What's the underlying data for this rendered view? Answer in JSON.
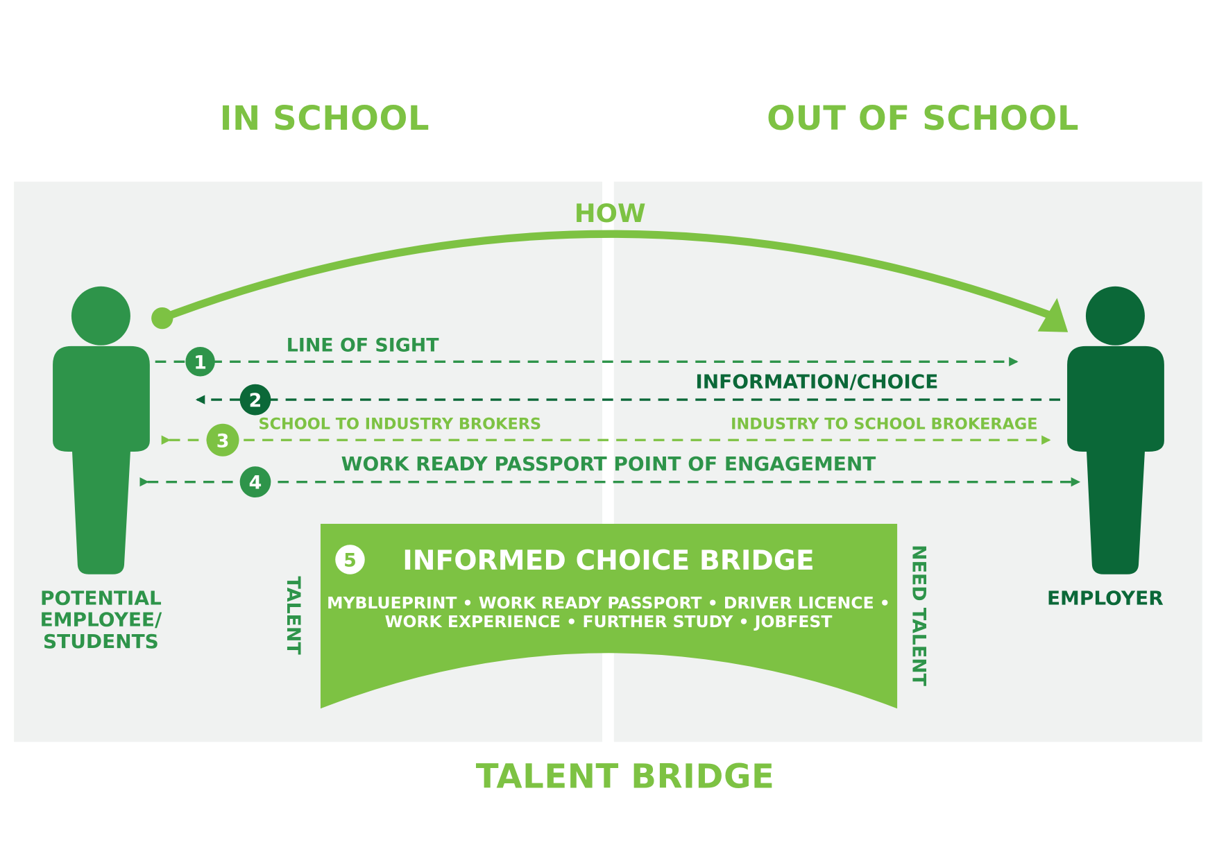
{
  "headings": {
    "in_school": "IN SCHOOL",
    "out_of_school": "OUT OF SCHOOL",
    "footer": "TALENT BRIDGE"
  },
  "how_label": "HOW",
  "people": {
    "left_label_lines": [
      "POTENTIAL",
      "EMPLOYEE/",
      "STUDENTS"
    ],
    "right_label": "EMPLOYER"
  },
  "flows": [
    {
      "number": "1",
      "label": "LINE OF SIGHT"
    },
    {
      "number": "2",
      "label": "INFORMATION/CHOICE"
    },
    {
      "number": "3",
      "label_left": "SCHOOL TO INDUSTRY BROKERS",
      "label_right": "INDUSTRY TO SCHOOL BROKERAGE"
    },
    {
      "number": "4",
      "label": "WORK READY PASSPORT POINT OF ENGAGEMENT"
    }
  ],
  "bridge": {
    "number": "5",
    "title": "INFORMED CHOICE BRIDGE",
    "line1": "MYBLUEPRINT • WORK READY PASSPORT • DRIVER LICENCE •",
    "line2": "WORK EXPERIENCE • FURTHER STUDY • JOBFEST",
    "left_side": "TALENT",
    "right_side": "NEED TALENT"
  },
  "colors": {
    "light_green": "#7dc243",
    "mid_green": "#2e944a",
    "dark_green": "#0b6838",
    "panel_bg": "#f0f2f1"
  }
}
